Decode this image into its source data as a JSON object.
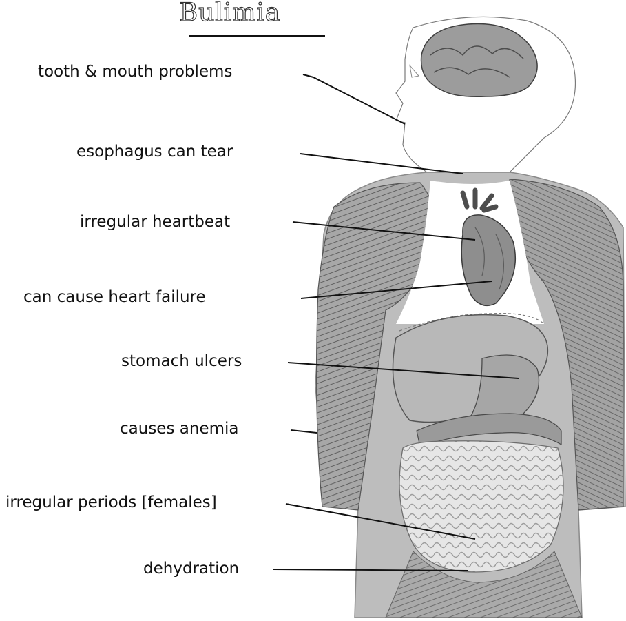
{
  "title": "Bulimia",
  "labels": [
    "tooth & mouth problems",
    "esophagus can tear",
    "irregular heartbeat",
    "can cause heart failure",
    "stomach ulcers",
    "causes anemia",
    "irregular periods [females]",
    "dehydration"
  ],
  "colors": {
    "ink": "#111111",
    "muscle": "#8f8f8f",
    "organ_light": "#cfcfcf",
    "organ_dark": "#9a9a9a"
  }
}
